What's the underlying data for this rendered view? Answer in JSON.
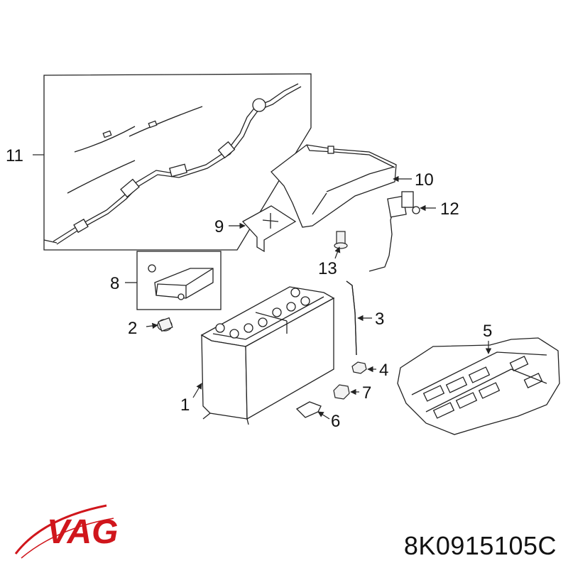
{
  "callouts": {
    "c1": "1",
    "c2": "2",
    "c3": "3",
    "c4": "4",
    "c5": "5",
    "c6": "6",
    "c7": "7",
    "c8": "8",
    "c9": "9",
    "c10": "10",
    "c11": "11",
    "c12": "12",
    "c13": "13"
  },
  "brand": {
    "logo_text": "VAG",
    "logo_color": "#d0161c"
  },
  "part_number": "8K0915105C"
}
